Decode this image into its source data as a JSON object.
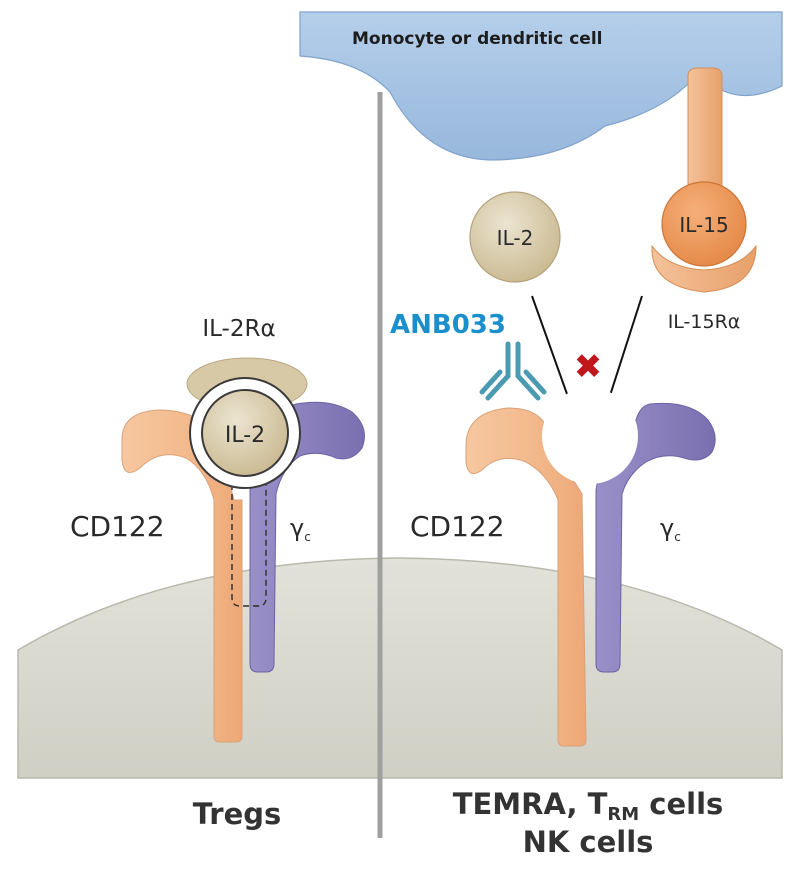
{
  "top_cell": {
    "label": "Monocyte or dendritic cell"
  },
  "left_panel": {
    "alpha_label": "IL-2Rα",
    "ligand_label": "IL-2",
    "beta_label": "CD122",
    "gamma_label": "γ",
    "gamma_sub": "c",
    "cells_label": "Tregs"
  },
  "right_panel": {
    "free_ligand_label": "IL-2",
    "il15_label": "IL-15",
    "il15ra_label": "IL-15Rα",
    "antibody_label": "ANB033",
    "beta_label": "CD122",
    "gamma_label": "γ",
    "gamma_sub": "c",
    "cells_line1_prefix": "TEMRA, T",
    "cells_line1_sub": "RM",
    "cells_line1_suffix": " cells",
    "cells_line2": "NK cells",
    "block_symbol": "✖"
  },
  "colors": {
    "top_cell": "#a9c6e5",
    "membrane": "#dcdcd2",
    "cd122": "#f1b98b",
    "gamma_c": "#8a7fbd",
    "il2": "#d8ccb1",
    "il2ra": "#d8c9a6",
    "il15": "#ec9a5c",
    "antibody": "#4a9bb2",
    "antibody_label": "#1b8fcb",
    "block_mark": "#c0171d",
    "divider": "#a0a0a0"
  }
}
